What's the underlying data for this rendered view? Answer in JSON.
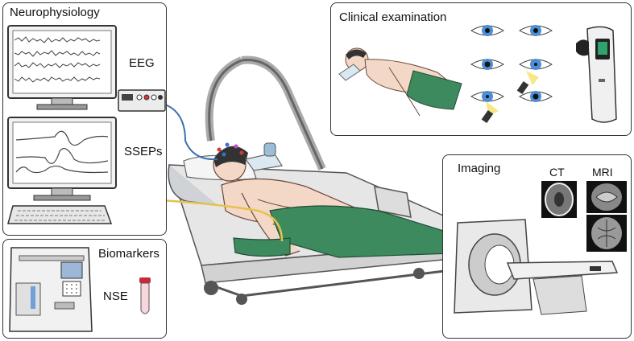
{
  "panels": {
    "neurophysiology": {
      "title": "Neurophysiology",
      "eeg_label": "EEG",
      "sseps_label": "SSEPs"
    },
    "biomarkers": {
      "title": "Biomarkers",
      "nse_label": "NSE"
    },
    "clinical_examination": {
      "title": "Clinical examination"
    },
    "imaging": {
      "title": "Imaging",
      "ct_label": "CT",
      "mri_label": "MRI"
    }
  },
  "colors": {
    "panel_border": "#333333",
    "skin": "#f3d8c7",
    "sheet": "#3e8a5f",
    "iris": "#4d8ed6",
    "cable_blue": "#3a6fb0",
    "cable_yellow": "#e7c24b",
    "light_beam": "#f7e37a"
  }
}
